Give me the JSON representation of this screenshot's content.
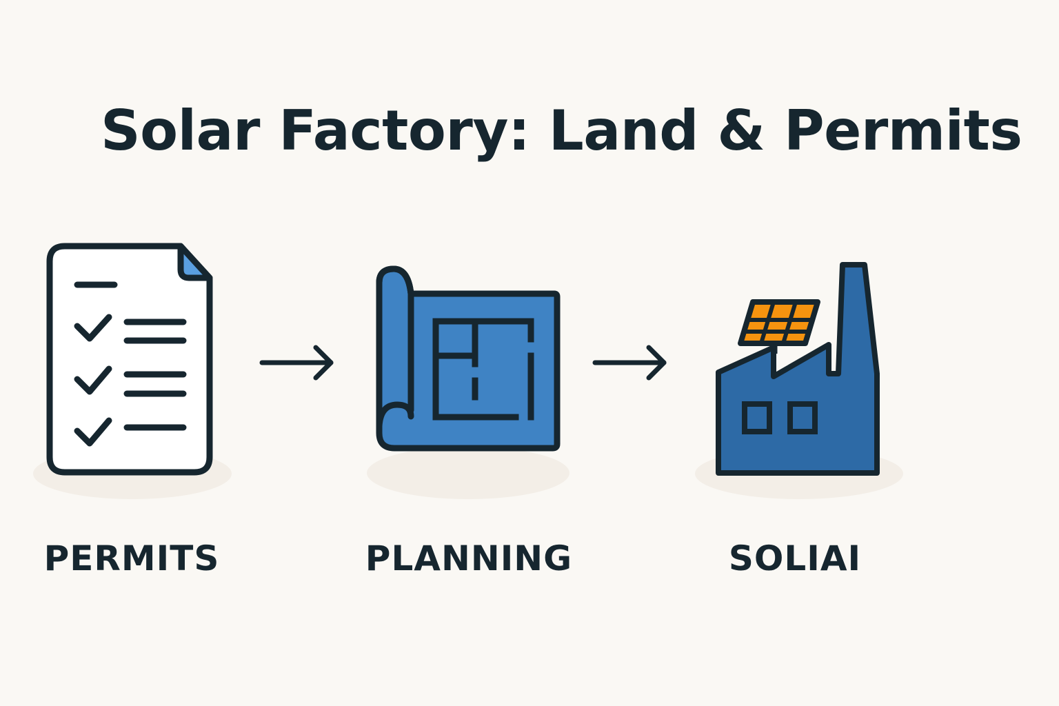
{
  "title": "Solar Factory: Land & Permits",
  "steps": [
    {
      "label": "PERMITS",
      "icon": "checklist-document-icon"
    },
    {
      "label": "PLANNING",
      "icon": "blueprint-icon"
    },
    {
      "label": "SOLIAI",
      "icon": "solar-factory-icon"
    }
  ],
  "connectors": [
    "arrow-right-icon",
    "arrow-right-icon"
  ],
  "colors": {
    "background": "#faf8f4",
    "ink": "#16262f",
    "blueprint_blue": "#3f83c4",
    "factory_blue": "#2d6aa6",
    "panel_orange": "#f5930f",
    "page_fold_blue": "#5a9fe0",
    "shadow": "#f3eee7"
  }
}
